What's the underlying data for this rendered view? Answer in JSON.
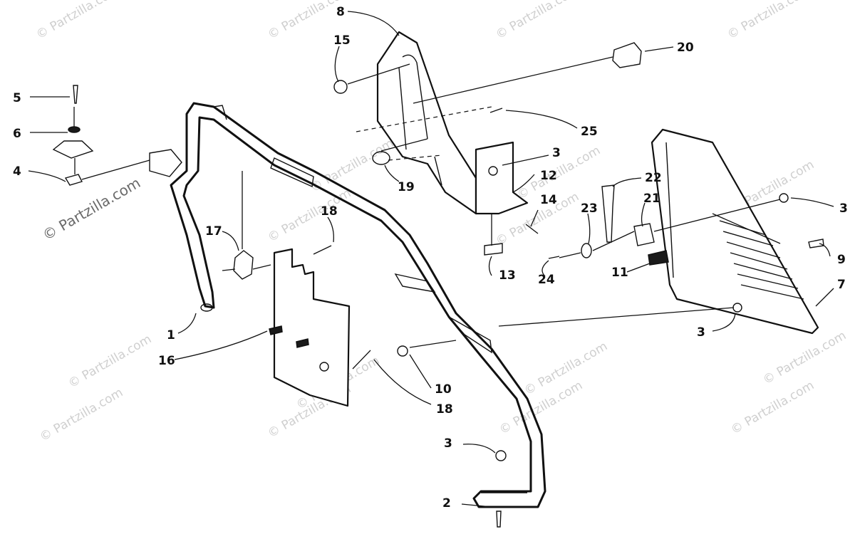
{
  "watermark": {
    "text": "© Partzilla.com",
    "text_prominent": "© Partzilla.com"
  },
  "callouts": [
    "1",
    "2",
    "3",
    "3",
    "3",
    "3",
    "3",
    "4",
    "5",
    "6",
    "7",
    "8",
    "9",
    "10",
    "11",
    "12",
    "13",
    "14",
    "15",
    "16",
    "17",
    "18",
    "18",
    "19",
    "20",
    "21",
    "22",
    "23",
    "24",
    "25"
  ]
}
